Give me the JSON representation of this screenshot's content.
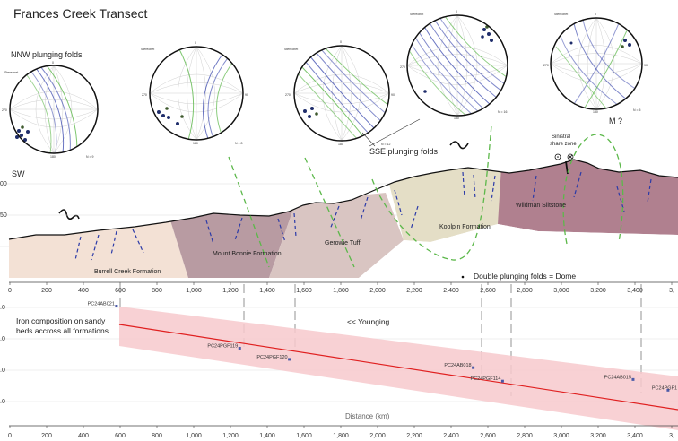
{
  "title": "Frances Creek Transect",
  "direction_label": "SW",
  "stereonet": {
    "header": "Stereonet",
    "north_tick": "0",
    "east_tick": "90",
    "south_tick": "180",
    "west_tick": "270"
  },
  "stereonets": [
    {
      "id": "s1",
      "n_label": "N = 9"
    },
    {
      "id": "s2",
      "n_label": "N = 8"
    },
    {
      "id": "s3",
      "n_label": "N = 12"
    },
    {
      "id": "s4",
      "n_label": "N = 16"
    },
    {
      "id": "s5",
      "n_label": "N = 5"
    }
  ],
  "annotations": {
    "nnw_folds": "NNW plunging folds",
    "sse_folds": "SSE plunging folds",
    "m_question": "M ?",
    "sinistral": [
      "Sinistral",
      "share zone"
    ],
    "double_plunging": "Double plunging folds = Dome",
    "iron_composition": [
      "Iron composition on sandy",
      "beds accross all formations"
    ],
    "younging": "<< Younging"
  },
  "formations": [
    {
      "name": "Burrell Creek Formation",
      "color": "#f3e1d5"
    },
    {
      "name": "Mount Bonnie Formation",
      "color": "#b89ba2"
    },
    {
      "name": "Gerowie Tuff",
      "color": "#d9c5c2"
    },
    {
      "name": "Koolpin Formation",
      "color": "#e4dec6"
    },
    {
      "name": "Wildman Siltstone",
      "color": "#b0808f"
    }
  ],
  "top_axis": {
    "y_ticks": [
      "00",
      "50"
    ],
    "x_ticks": [
      "0",
      "200",
      "400",
      "600",
      "800",
      "1,000",
      "1,200",
      "1,400",
      "1,600",
      "1,800",
      "2,000",
      "2,200",
      "2,400",
      "2,600",
      "2,800",
      "3,000",
      "3,200",
      "3,400",
      "3,"
    ]
  },
  "bottom_axis": {
    "y_ticks": [
      ".0",
      ".0",
      ".0",
      ".0"
    ],
    "x_ticks": [
      "0",
      "200",
      "400",
      "600",
      "800",
      "1,000",
      "1,200",
      "1,400",
      "1,600",
      "1,800",
      "2,000",
      "2,200",
      "2,400",
      "2,600",
      "2,800",
      "3,000",
      "3,200",
      "3,400",
      "3,"
    ],
    "xlabel": "Distance (km)"
  },
  "samples": [
    {
      "label": "PC24AB021",
      "x": 580
    },
    {
      "label": "PC24PGF119",
      "x": 1250
    },
    {
      "label": "PC24PGF120",
      "x": 1520
    },
    {
      "label": "PC24AB018",
      "x": 2520
    },
    {
      "label": "PC24PGF114",
      "x": 2680
    },
    {
      "label": "PC24AB015",
      "x": 3390
    },
    {
      "label": "PC24PGF1",
      "x": 3580
    }
  ],
  "colors": {
    "trend_line": "#e02020",
    "trend_band": "#f7c9cc",
    "fold_axis": "#5cb84a",
    "bedding": "#2b3aa8",
    "sample_marker": "#4a5aa8"
  }
}
